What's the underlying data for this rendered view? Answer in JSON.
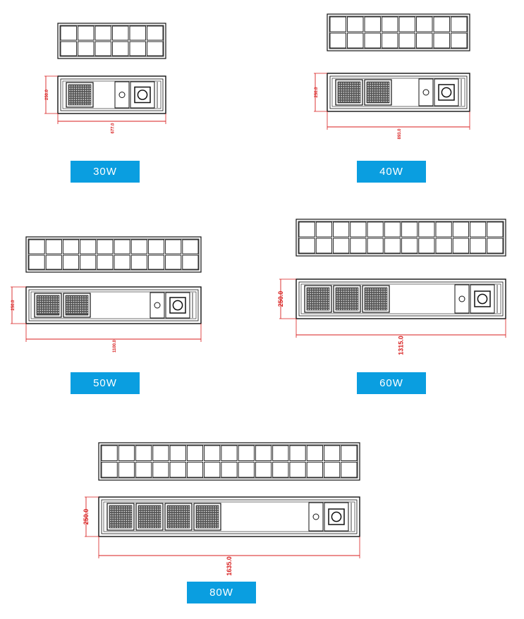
{
  "colors": {
    "badge_bg": "#0a9ee0",
    "badge_text": "#ffffff",
    "dimension": "#d81e1e",
    "outline": "#111111"
  },
  "models": [
    {
      "label": "30W",
      "panel_cells": 6,
      "led_modules": 1,
      "width_dim": "677.0",
      "height_dim": "250.0"
    },
    {
      "label": "40W",
      "panel_cells": 8,
      "led_modules": 2,
      "width_dim": "893.0",
      "height_dim": "250.0"
    },
    {
      "label": "50W",
      "panel_cells": 10,
      "led_modules": 2,
      "width_dim": "1100.0",
      "height_dim": "250.0"
    },
    {
      "label": "60W",
      "panel_cells": 12,
      "led_modules": 3,
      "width_dim": "1315.0",
      "height_dim": "250.0"
    },
    {
      "label": "80W",
      "panel_cells": 15,
      "led_modules": 4,
      "width_dim": "1635.0",
      "height_dim": "250.0"
    }
  ]
}
